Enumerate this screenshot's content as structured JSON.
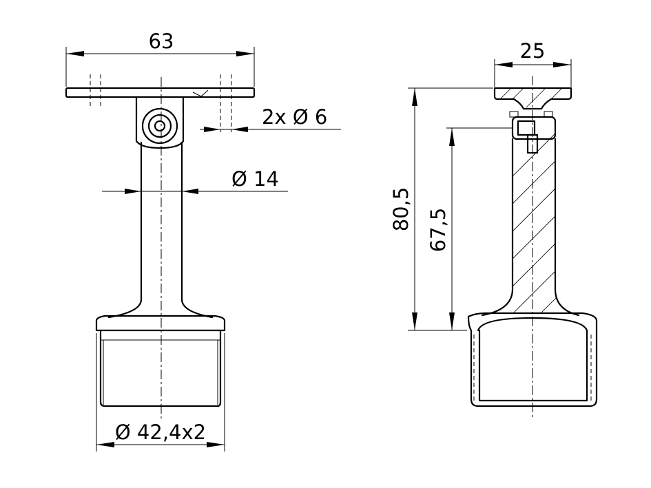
{
  "dimensions": {
    "top_width": "63",
    "hole_spec": "2x Ø 6",
    "stem_diameter": "Ø 14",
    "tube_spec": "Ø 42,4x2",
    "side_width": "25",
    "total_height": "80,5",
    "axis_height": "67,5"
  }
}
